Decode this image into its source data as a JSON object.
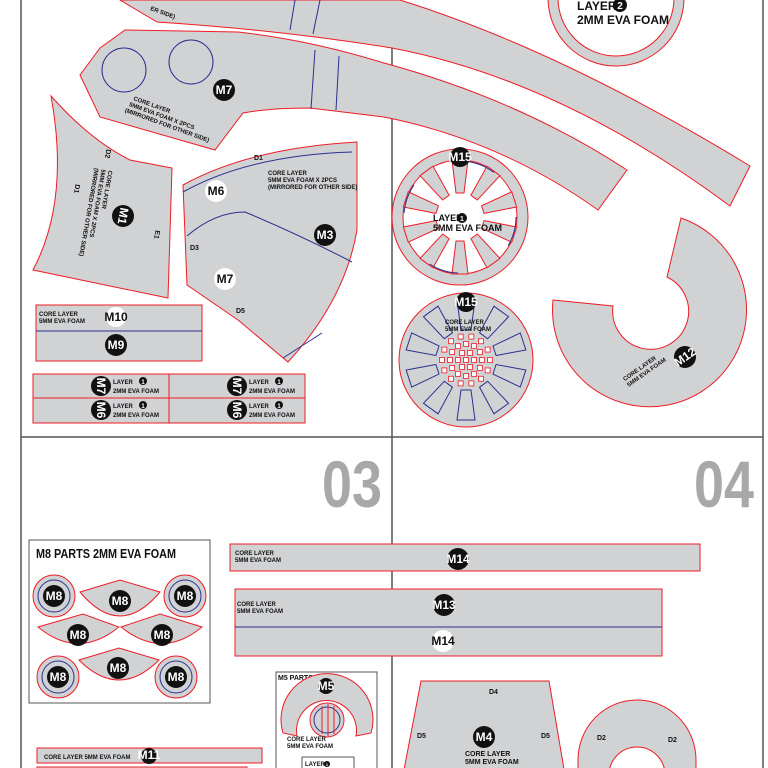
{
  "sheet_numbers": {
    "s3": "03",
    "s4": "04"
  },
  "band_top": {
    "note_fragment": "ER SIDE)"
  },
  "m7_top": {
    "badge": "M7",
    "lines": [
      "CORE LAYER",
      "5MM EVA FOAM X 2PCS",
      "(MIRRORED FOR OTHER SIDE)"
    ]
  },
  "m1": {
    "badge": "M1",
    "lines": [
      "CORE LAYER",
      "5MM EVA FOAM X 2PCS",
      "(MIRRORED FOR OTHER SIDE)"
    ],
    "marks": [
      "D1",
      "D2",
      "E1"
    ]
  },
  "m6": {
    "badges": [
      "M6",
      "M3",
      "M7"
    ],
    "lines": [
      "CORE LAYER",
      "5MM EVA FOAM X 2PCS",
      "(MIRRORED FOR OTHER SIDE)"
    ],
    "marks": [
      "D1",
      "D3",
      "D5"
    ]
  },
  "m10": {
    "badges": [
      "M10",
      "M9"
    ],
    "lines": [
      "CORE LAYER",
      "5MM EVA FOAM"
    ]
  },
  "layer_grid": {
    "cells": [
      {
        "badge": "M7",
        "layer": "LAYER",
        "num": "1",
        "foam": "2MM EVA FOAM"
      },
      {
        "badge": "M7",
        "layer": "LAYER",
        "num": "1",
        "foam": "2MM EVA FOAM"
      },
      {
        "badge": "M6",
        "layer": "LAYER",
        "num": "1",
        "foam": "2MM EVA FOAM"
      },
      {
        "badge": "M6",
        "layer": "LAYER",
        "num": "1",
        "foam": "2MM EVA FOAM"
      }
    ]
  },
  "ring_top": {
    "layer": "LAYER",
    "num": "2",
    "foam": "2MM EVA FOAM"
  },
  "m15a": {
    "badge": "M15",
    "layer": "LAYER",
    "num": "1",
    "foam": "5MM EVA FOAM"
  },
  "m15b": {
    "badge": "M15",
    "lines": [
      "CORE LAYER",
      "5MM EVA FOAM"
    ]
  },
  "m12": {
    "badge": "M12",
    "lines": [
      "CORE LAYER",
      "5MM EVA FOAM"
    ]
  },
  "m8box": {
    "title": "M8 PARTS 2MM EVA FOAM",
    "badge": "M8"
  },
  "m14strip": {
    "badge": "M14",
    "lines": [
      "CORE LAYER",
      "5MM EVA FOAM"
    ]
  },
  "m13": {
    "badges": [
      "M13",
      "M14"
    ],
    "lines": [
      "CORE LAYER",
      "5MM EVA FOAM"
    ]
  },
  "m5": {
    "title": "M5 PARTS",
    "badge": "M5",
    "lines": [
      "CORE LAYER",
      "5MM EVA FOAM"
    ],
    "layer": "LAYER",
    "num": "1"
  },
  "m11": {
    "badge": "M11",
    "label": "CORE LAYER 5MM EVA FOAM"
  },
  "m4": {
    "badge": "M4",
    "lines": [
      "CORE LAYER",
      "5MM EVA FOAM"
    ],
    "marks": [
      "D4",
      "D5",
      "D5"
    ]
  },
  "d2": {
    "marks": [
      "D2",
      "D2"
    ]
  },
  "colors": {
    "cut_line": "#ee1c25",
    "guide_line": "#2b2f8f",
    "foam": "#d1d2d4"
  }
}
